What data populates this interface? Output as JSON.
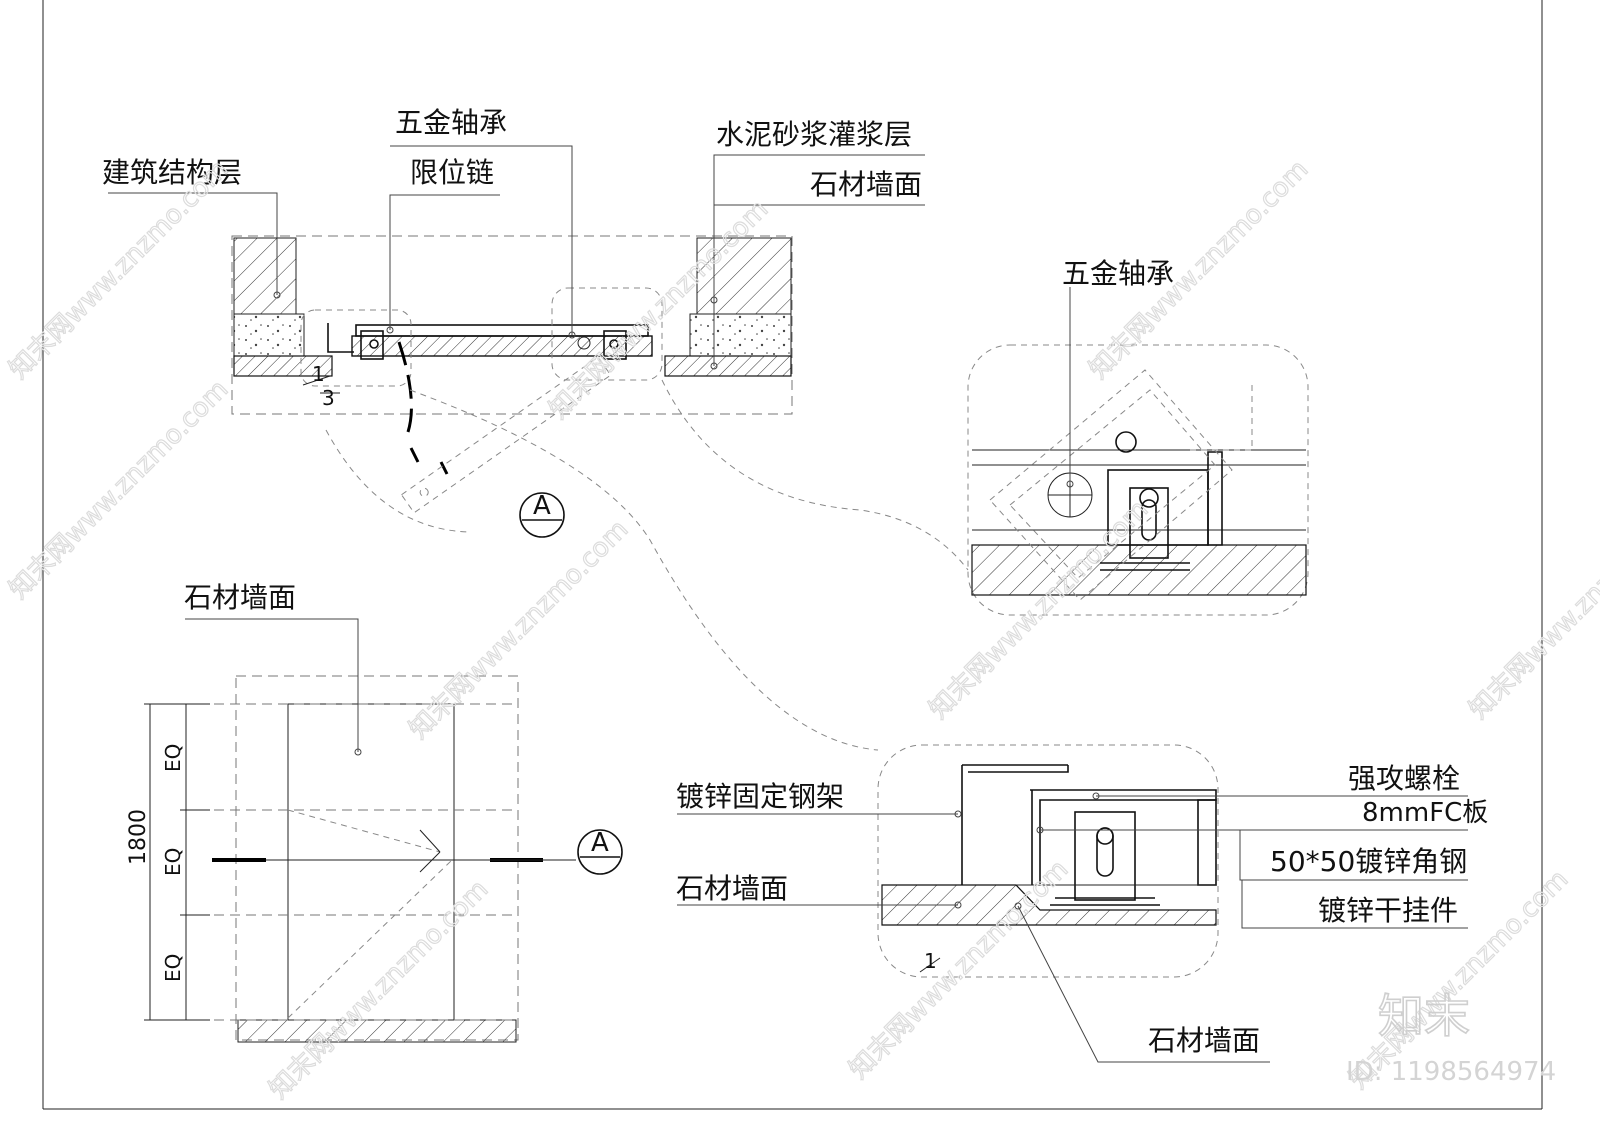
{
  "plan_view": {
    "labels": {
      "structure": "建筑结构层",
      "hinge": "五金轴承",
      "limit_chain": "限位链",
      "grout": "水泥砂浆灌浆层",
      "stone": "石材墙面"
    },
    "dims": {
      "d1": "1",
      "d2": "3"
    },
    "section_tag": "A"
  },
  "detail_hinge": {
    "labels": {
      "hinge": "五金轴承"
    }
  },
  "elevation": {
    "labels": {
      "stone": "石材墙面"
    },
    "dims": {
      "total": "1800",
      "eq1": "EQ",
      "eq2": "EQ",
      "eq3": "EQ"
    },
    "section_tag": "A"
  },
  "detail_fix": {
    "labels": {
      "frame": "镀锌固定钢架",
      "stone_left": "石材墙面",
      "bolt": "强攻螺栓",
      "board": "8mmFC板",
      "angle": "50*50镀锌角钢",
      "hanger": "镀锌干挂件",
      "stone_bottom": "石材墙面"
    },
    "dims": {
      "d1": "1"
    }
  },
  "watermark": {
    "text": "知末网www.znzmo.com",
    "brand": "知末",
    "id": "ID: 1198564974"
  }
}
